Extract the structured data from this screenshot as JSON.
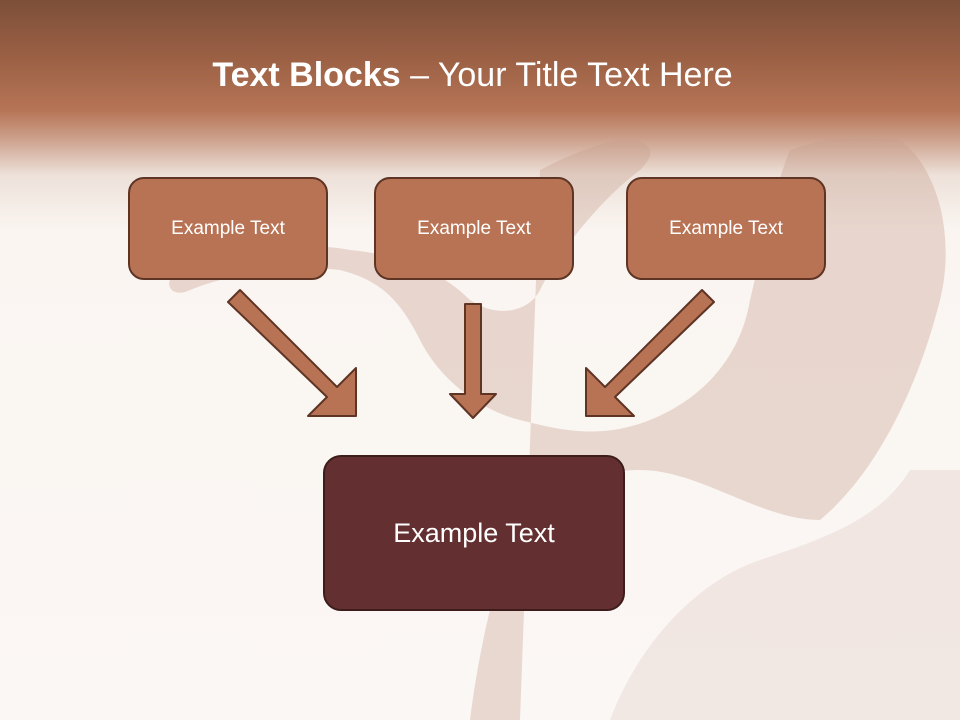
{
  "slide": {
    "title_bold": "Text Blocks",
    "title_rest": " – Your Title Text Here",
    "boxes": [
      "Example Text",
      "Example Text",
      "Example Text"
    ],
    "main_box": "Example Text"
  },
  "colors": {
    "header": "#a1644a",
    "box_fill": "#b87355",
    "box_border": "#5e3424",
    "main_fill": "#632f30",
    "arrow_fill": "#b87355"
  }
}
